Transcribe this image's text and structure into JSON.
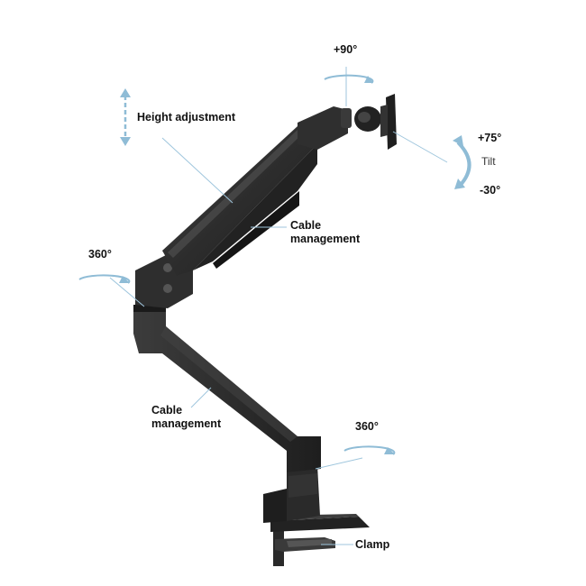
{
  "labels": {
    "plus_90": "+90°",
    "height_adjustment": "Height adjustment",
    "plus_75": "+75°",
    "tilt": "Tilt",
    "minus_30": "-30°",
    "cable_management_upper": [
      "Cable",
      "management"
    ],
    "rotation_360_left": "360°",
    "cable_management_lower": [
      "Cable",
      "management"
    ],
    "rotation_360_base": "360°",
    "clamp": "Clamp"
  },
  "colors": {
    "background": "#ffffff",
    "arm_dark": "#2b2b2b",
    "arm_mid": "#3a3a3a",
    "arm_edge": "#1a1a1a",
    "leader_line": "#9fc6dd",
    "arrow_blue": "#8fbcd6",
    "label_text": "#111111"
  },
  "icons": [
    "height-arrow-icon",
    "rotation-arrow-icon",
    "tilt-arrow-icon"
  ]
}
